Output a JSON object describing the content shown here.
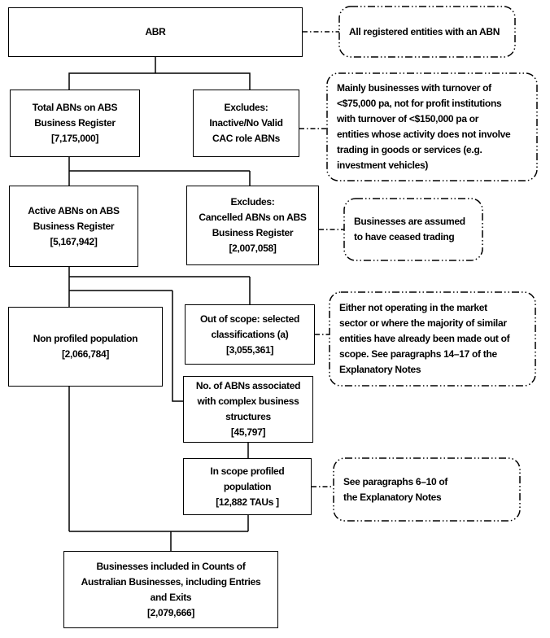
{
  "boxes": [
    {
      "id": "abr",
      "text": "ABR"
    },
    {
      "id": "total-abns",
      "text": "Total ABNs on ABS\nBusiness Register\n[7,175,000]"
    },
    {
      "id": "excludes-inactive",
      "text": "Excludes:\nInactive/No Valid\nCAC role ABNs"
    },
    {
      "id": "active-abns",
      "text": "Active ABNs on ABS\nBusiness Register\n[5,167,942]"
    },
    {
      "id": "excludes-cancelled",
      "text": "Excludes:\nCancelled ABNs on ABS\nBusiness Register\n[2,007,058]"
    },
    {
      "id": "non-profiled",
      "text": "Non profiled population\n[2,066,784]"
    },
    {
      "id": "out-of-scope",
      "text": "Out of scope: selected\nclassifications (a)\n[3,055,361]"
    },
    {
      "id": "complex-structures",
      "text": "No. of ABNs associated\nwith complex business\nstructures\n[45,797]"
    },
    {
      "id": "in-scope-profiled",
      "text": "In scope profiled\npopulation\n[12,882 TAUs ]"
    },
    {
      "id": "counts-output",
      "text": "Businesses included in Counts of\nAustralian Businesses, including Entries\nand Exits\n[2,079,666]"
    }
  ],
  "callouts": [
    {
      "id": "abr-note",
      "text": "All registered entities with an ABN"
    },
    {
      "id": "inactive-note",
      "text": "Mainly businesses with turnover of\n<$75,000 pa, not for profit institutions\nwith turnover of <$150,000 pa or\nentities whose activity does not involve\ntrading in goods or services (e.g.\ninvestment vehicles)"
    },
    {
      "id": "cancelled-note",
      "text": "Businesses are assumed\nto have ceased trading"
    },
    {
      "id": "out-of-scope-note",
      "text": "Either not operating in the market\nsector or where the majority of similar\nentities have already been made out of\nscope. See paragraphs 14–17 of the\nExplanatory Notes"
    },
    {
      "id": "in-scope-note",
      "text": "See paragraphs 6–10 of\nthe Explanatory Notes"
    }
  ],
  "colors": {
    "line": "#000000",
    "background": "#ffffff",
    "text": "#000000"
  }
}
